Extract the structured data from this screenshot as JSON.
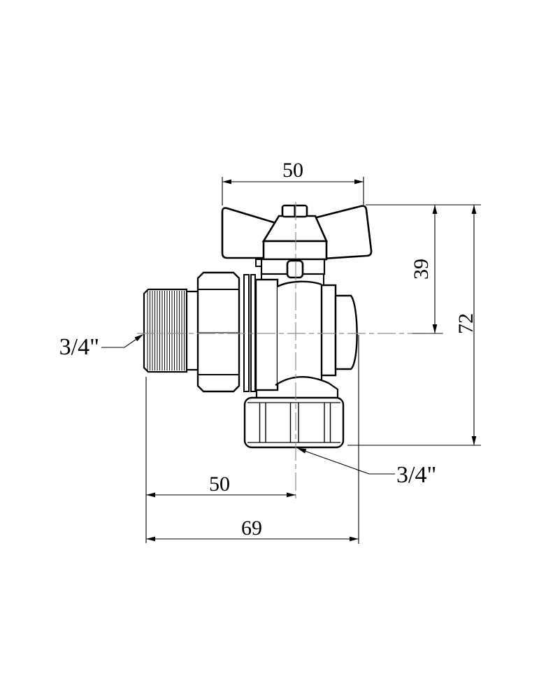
{
  "drawing": {
    "dimensions": {
      "top_width": "50",
      "handle_top_to_axis": "39",
      "overall_height": "72",
      "axis_offset_width": "50",
      "overall_width": "69"
    },
    "labels": {
      "inlet_thread": "3/4\"",
      "outlet_thread": "3/4\""
    },
    "colors": {
      "background": "#ffffff",
      "outline": "#000000",
      "centerline": "#8c8c8c",
      "dimension_line": "#000000",
      "text": "#000000"
    }
  }
}
